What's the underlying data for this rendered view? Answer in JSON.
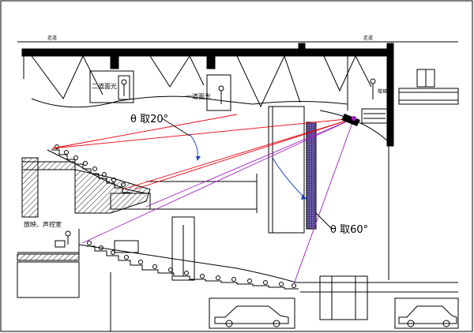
{
  "labels": {
    "angle_upper": "θ 取20°",
    "angle_lower": "θ 取60°",
    "second_light_bridge": "二道面光",
    "first_light_bridge": "一道面光",
    "projection_room": "放映、声控室",
    "ceiling_left": "走道",
    "ceiling_right": "走道",
    "stair_label": "楼梯"
  },
  "colors": {
    "ray_red": "#e8000a",
    "ray_purple": "#a020c0",
    "line": "#000000",
    "leader_blue": "#1f3fbf",
    "hatch": "#222222"
  }
}
